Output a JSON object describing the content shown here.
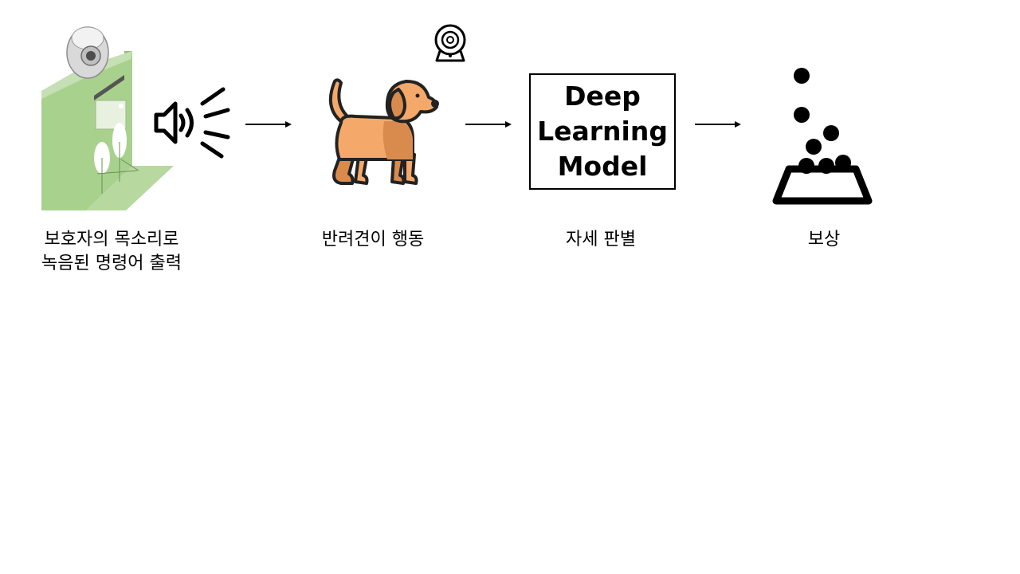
{
  "steps": {
    "speaker_device": {
      "caption_line1": "보호자의 목소리로",
      "caption_line2": "녹음된 명령어 출력",
      "device_icon": "treat-dispenser-with-camera",
      "sound_icon": "speaker-sound-icon"
    },
    "dog_behavior": {
      "caption": "반려견이 행동",
      "icon": "dog-icon",
      "camera_icon": "webcam-icon",
      "dog_color": "#f4a96a",
      "dog_shade": "#d88b4d"
    },
    "pose_detection": {
      "caption": "자세 판별",
      "model_line1": "Deep",
      "model_line2": "Learning",
      "model_line3": "Model"
    },
    "reward": {
      "caption": "보상",
      "icon": "food-bowl-icon"
    }
  },
  "colors": {
    "device_green": "#a9d18e",
    "device_green_dark": "#8fbf73",
    "stroke": "#000000"
  }
}
